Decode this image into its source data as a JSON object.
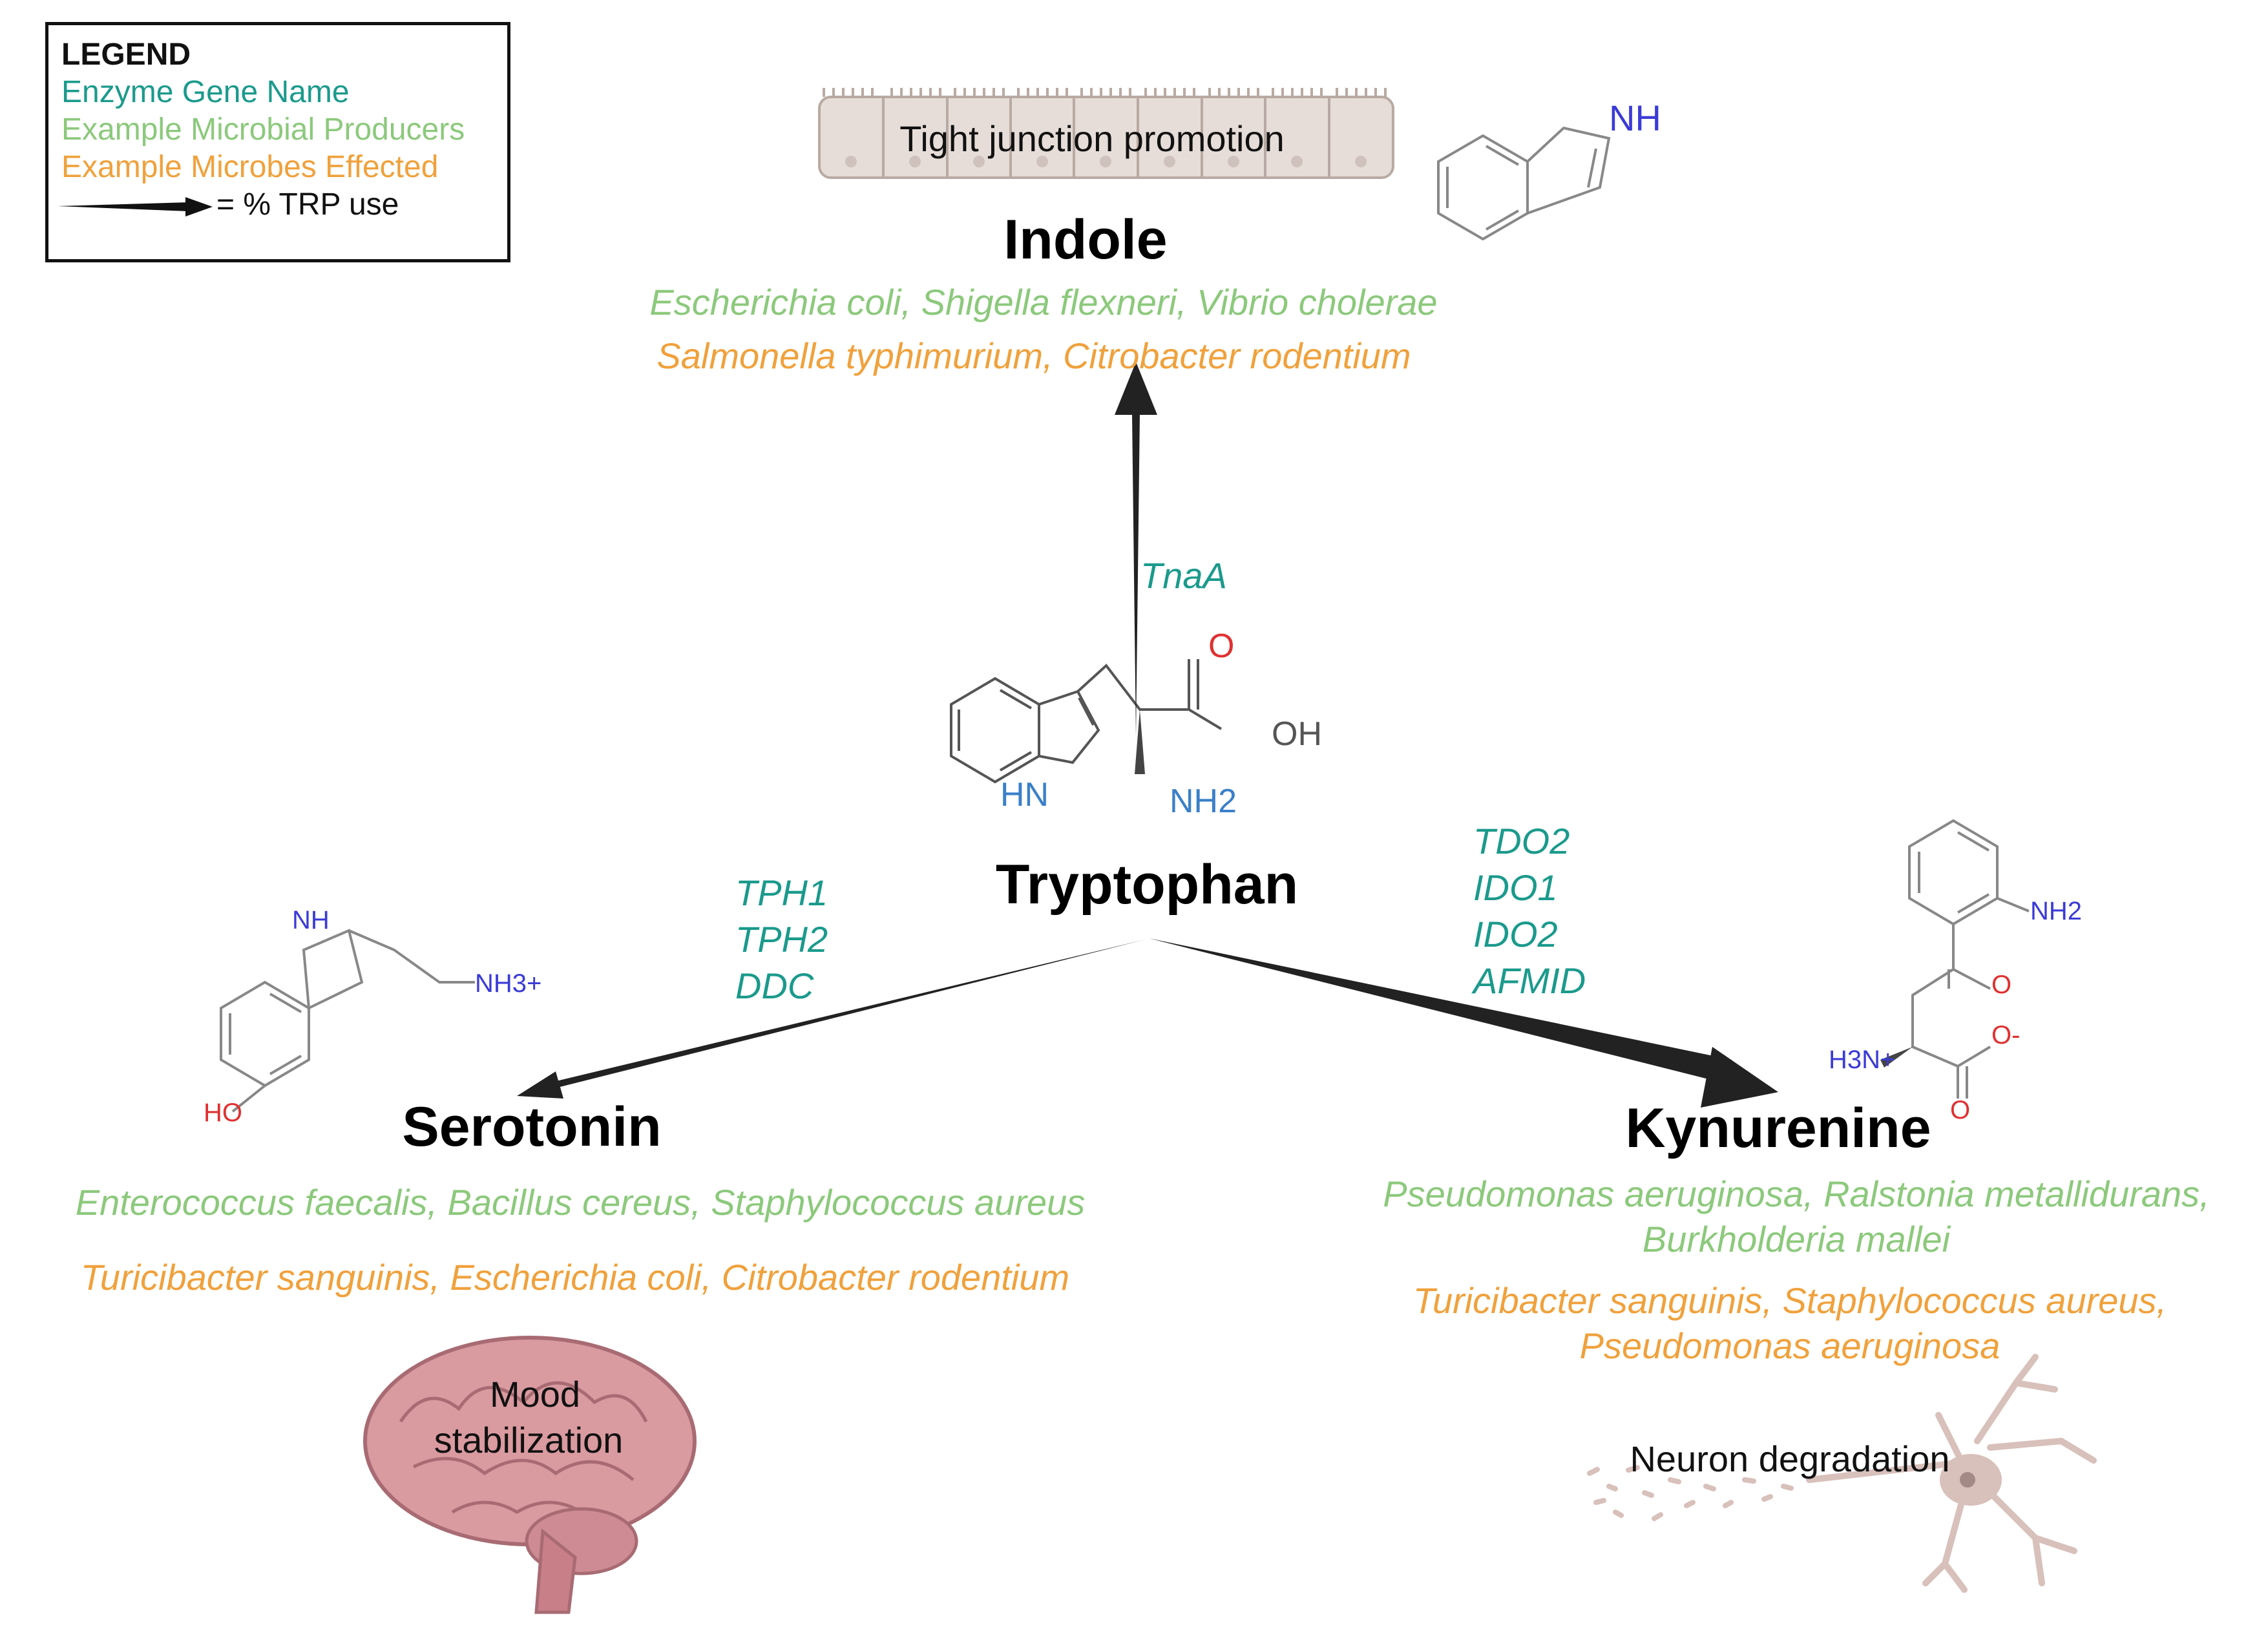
{
  "legend": {
    "title": "LEGEND",
    "items": [
      {
        "label": "Enzyme Gene Name",
        "color": "#1a9a8c"
      },
      {
        "label": "Example Microbial Producers",
        "color": "#8cc97c"
      },
      {
        "label": "Example Microbes Effected",
        "color": "#f0a13c"
      },
      {
        "label": "= % TRP use",
        "color": "#111111"
      }
    ]
  },
  "center": {
    "name": "Tryptophan"
  },
  "indole": {
    "name": "Indole",
    "effect": "Tight junction promotion",
    "enzymes": [
      "TnaA"
    ],
    "producers": "Escherichia coli, Shigella flexneri, Vibrio cholerae",
    "effected": "Salmonella typhimurium, Citrobacter rodentium"
  },
  "serotonin": {
    "name": "Serotonin",
    "effect_lines": [
      "Mood",
      "stabilization"
    ],
    "enzymes": [
      "TPH1",
      "TPH2",
      "DDC"
    ],
    "producers": "Enterococcus faecalis, Bacillus cereus, Staphylococcus aureus",
    "effected": "Turicibacter sanguinis, Escherichia coli, Citrobacter rodentium"
  },
  "kynurenine": {
    "name": "Kynurenine",
    "effect": "Neuron degradation",
    "enzymes": [
      "TDO2",
      "IDO1",
      "IDO2",
      "AFMID"
    ],
    "producers": [
      "Pseudomonas aeruginosa, Ralstonia metallidurans,",
      "Burkholderia mallei"
    ],
    "effected": [
      "Turicibacter sanguinis, Staphylococcus aureus,",
      "Pseudomonas aeruginosa"
    ]
  },
  "structures": {
    "indole_labels": [
      "NH"
    ],
    "tryptophan_labels": [
      "O",
      "OH",
      "HN",
      "NH2"
    ],
    "serotonin_labels": [
      "NH",
      "NH3+",
      "HO"
    ],
    "kynurenine_labels": [
      "NH2",
      "O",
      "O-",
      "H3N+",
      "O"
    ]
  },
  "colors": {
    "enzyme": "#1a9a8c",
    "producer": "#8cc97c",
    "effected": "#f0a13c",
    "nitrogen": "#3b3bd6",
    "oxygen": "#e03030",
    "bond": "#555555",
    "cell": "#e6ddd8",
    "brain": "#d99aa0",
    "neuron": "#d8c0bb"
  }
}
